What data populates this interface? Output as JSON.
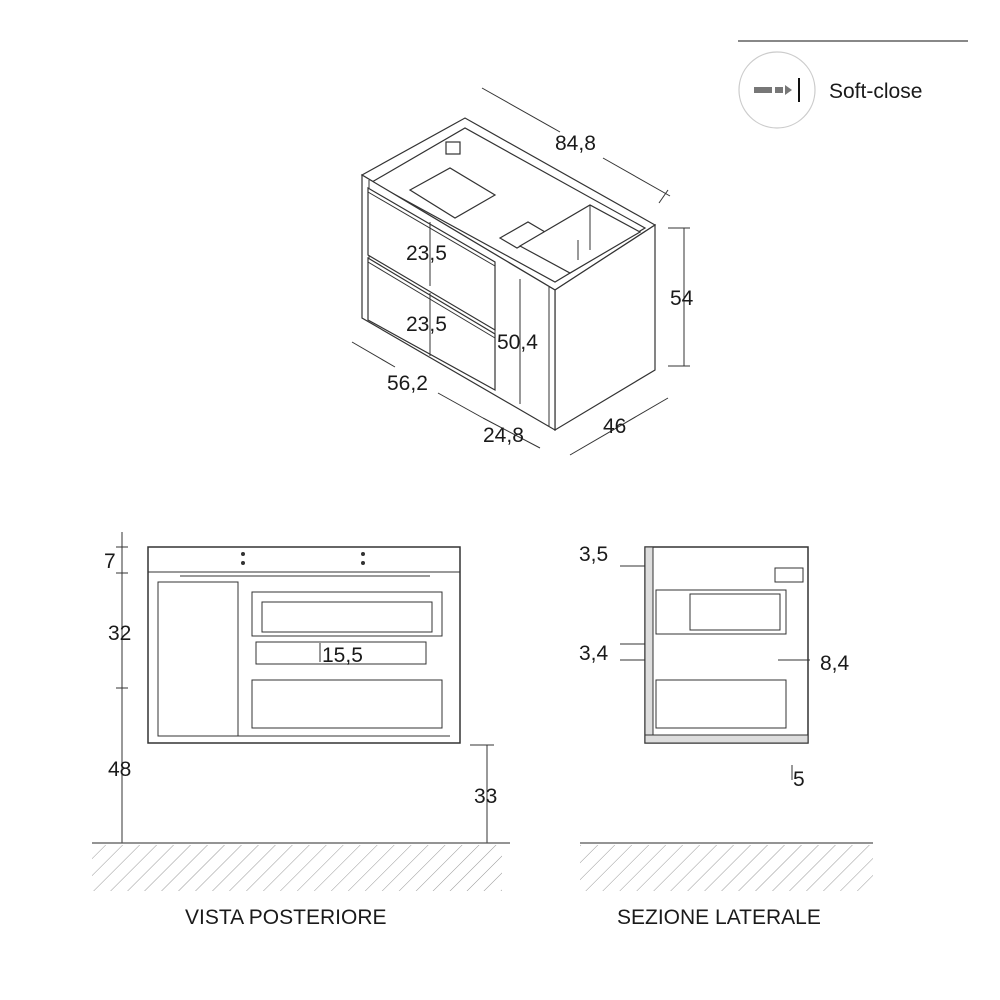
{
  "legend": {
    "icon": "soft-close-icon",
    "label": "Soft-close"
  },
  "iso_view": {
    "width": "84,8",
    "height": "54",
    "depth": "46",
    "drawer_width": "56,2",
    "door_width": "24,8",
    "door_height": "50,4",
    "drawer_top_height": "23,5",
    "drawer_bottom_height": "23,5"
  },
  "rear_view": {
    "title": "VISTA POSTERIORE",
    "top_band": "7",
    "upper_height": "32",
    "floor_to_mid": "48",
    "floor_to_bottom": "33",
    "drawer_gap": "15,5"
  },
  "side_section": {
    "title": "SEZIONE LATERALE",
    "top_gap": "3,5",
    "mid_gap": "3,4",
    "depth_offset": "8,4",
    "bottom_offset": "5"
  }
}
